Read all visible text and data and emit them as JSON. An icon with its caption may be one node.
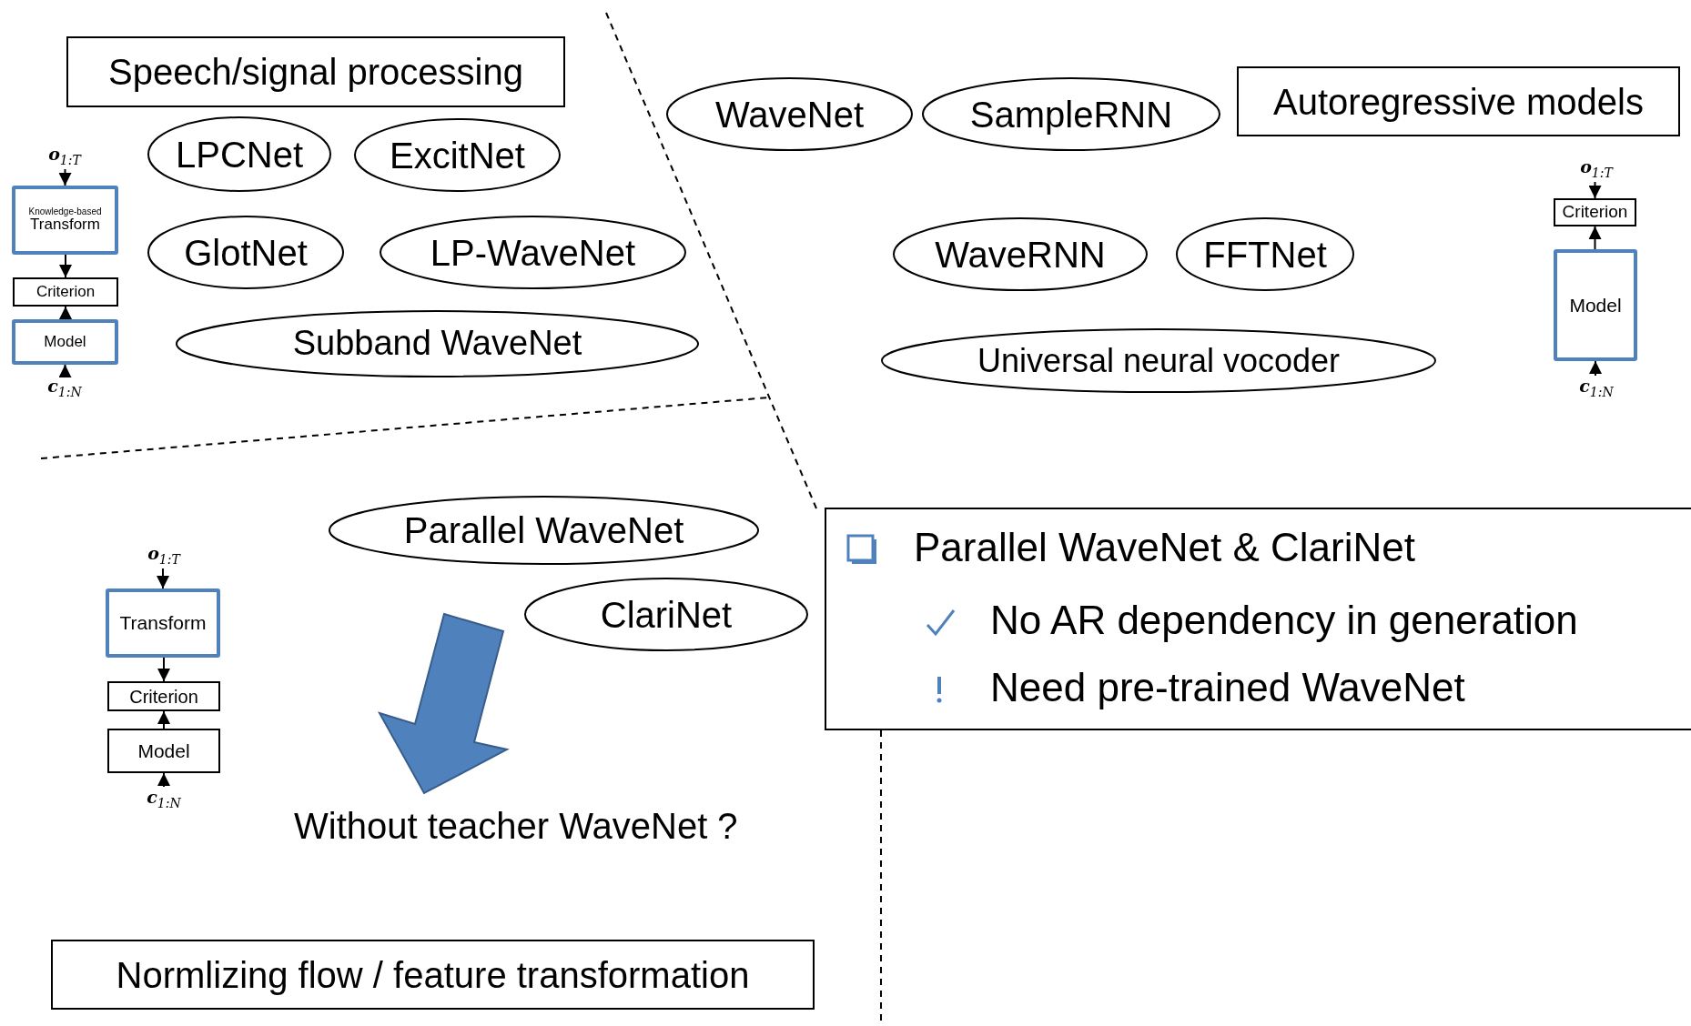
{
  "diagram": {
    "nodes": [
      {
        "text": [
          "Speech/signal processing"
        ]
      },
      {
        "text": [
          "LPCNet"
        ]
      },
      {
        "text": [
          "ExcitNet"
        ]
      },
      {
        "text": [
          "GlotNet"
        ]
      },
      {
        "text": [
          "LP-WaveNet"
        ]
      },
      {
        "text": [
          "Subband WaveNet"
        ]
      },
      {
        "text": [
          "**o**$_{1:T}$"
        ]
      },
      {
        "text": [
          "Knowledge-based",
          "Transform"
        ]
      },
      {
        "text": [
          "Criterion"
        ]
      },
      {
        "text": [
          "Model"
        ]
      },
      {
        "text": [
          "**c**$_{1:N}$"
        ]
      },
      {
        "text": [
          "WaveNet"
        ]
      },
      {
        "text": [
          "SampleRNN"
        ]
      },
      {
        "text": [
          "Autoregressive models"
        ]
      },
      {
        "text": [
          "WaveRNN"
        ]
      },
      {
        "text": [
          "FFTNet"
        ]
      },
      {
        "text": [
          "Universal neural vocoder"
        ]
      },
      {
        "text": [
          "**o**$_{1:T}$"
        ]
      },
      {
        "text": [
          "Criterion"
        ]
      },
      {
        "text": [
          "Model"
        ]
      },
      {
        "text": [
          "**c**$_{1:N}$"
        ]
      },
      {
        "text": [
          "Parallel WaveNet"
        ]
      },
      {
        "text": [
          "ClariNet"
        ]
      },
      {
        "text": [
          "**o**$_{1:T}$"
        ]
      },
      {
        "text": [
          "Transform"
        ]
      },
      {
        "text": [
          "Criterion"
        ]
      },
      {
        "text": [
          "Model"
        ]
      },
      {
        "text": [
          "**c**$_{1:N}$"
        ]
      },
      {
        "text": [
          "Normlizing flow / feature transformation"
        ]
      },
      {
        "text": [
          "Parallel WaveNet & ClariNet",
          "No AR dependency in generation",
          "Need pre-trained WaveNet"
        ]
      }
    ],
    "edges": [
      {
        "from": 6,
        "to": 7,
        "arrow": "to"
      },
      {
        "from": 7,
        "to": 8,
        "arrow": "to"
      },
      {
        "from": 9,
        "to": 8,
        "arrow": "to"
      },
      {
        "from": 10,
        "to": 9,
        "arrow": "to"
      },
      {
        "from": 17,
        "to": 18,
        "arrow": "to"
      },
      {
        "from": 19,
        "to": 18,
        "arrow": "to"
      },
      {
        "from": 20,
        "to": 19,
        "arrow": "to"
      },
      {
        "from": 23,
        "to": 24,
        "arrow": "to"
      },
      {
        "from": 24,
        "to": 25,
        "arrow": "to"
      },
      {
        "from": 26,
        "to": 25,
        "arrow": "to"
      },
      {
        "from": 27,
        "to": 26,
        "arrow": "to"
      }
    ],
    "labels": [
      "Without teacher WaveNet ?"
    ]
  }
}
